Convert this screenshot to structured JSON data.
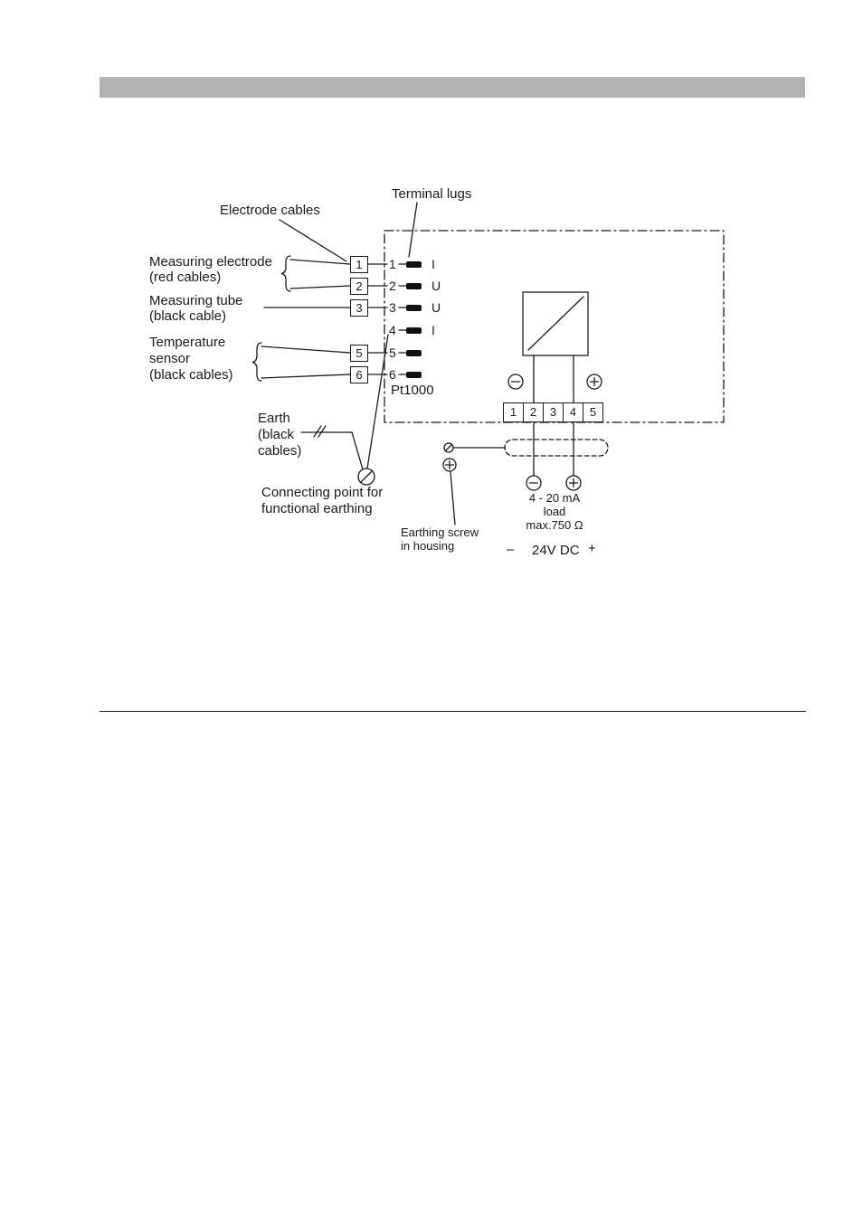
{
  "colors": {
    "header_bar": "#b3b3b3",
    "line": "#1a1a1a"
  },
  "diagram": {
    "terminal_lugs_label": "Terminal lugs",
    "electrode_cables_label": "Electrode cables",
    "measuring_electrode": {
      "line1": "Measuring electrode",
      "line2": "(red cables)"
    },
    "measuring_tube": {
      "line1": "Measuring tube",
      "line2": "(black cable)"
    },
    "temperature_sensor": {
      "line1": "Temperature",
      "line2": "sensor",
      "line3": "(black cables)"
    },
    "earth": {
      "line1": "Earth",
      "line2": "(black",
      "line3": "cables)"
    },
    "connecting_point": {
      "line1": "Connecting point for",
      "line2": "functional earthing"
    },
    "earthing_screw": {
      "line1": "Earthing screw",
      "line2": "in housing"
    },
    "pt1000_label": "Pt1000",
    "cable_boxes": [
      "1",
      "2",
      "3",
      "5",
      "6"
    ],
    "terminals": [
      {
        "num": "1",
        "signal": "I"
      },
      {
        "num": "2",
        "signal": "U"
      },
      {
        "num": "3",
        "signal": "U"
      },
      {
        "num": "4",
        "signal": "I"
      },
      {
        "num": "5",
        "signal": ""
      },
      {
        "num": "6",
        "signal": ""
      }
    ],
    "terminal_strip": [
      "1",
      "2",
      "3",
      "4",
      "5"
    ],
    "output": {
      "line1": "4 - 20 mA",
      "line2": "load",
      "line3": "max.750 Ω"
    },
    "supply": {
      "minus": "–",
      "label": "24V DC",
      "plus": "+"
    }
  }
}
